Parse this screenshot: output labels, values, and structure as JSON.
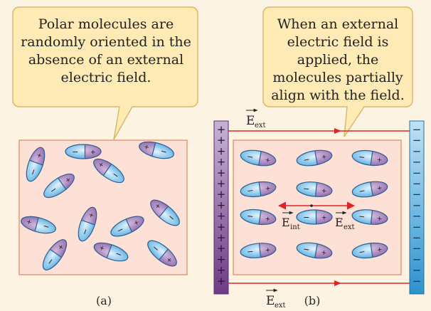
{
  "panel_a": {
    "bubble_text": "Polar molecules are randomly oriented in the absence of an external electric field.",
    "caption": "(a)"
  },
  "panel_b": {
    "bubble_text": "When an external electric field is applied, the molecules partially align with the field.",
    "caption": "(b)",
    "field_label_top": "E",
    "field_label_top_sub": "ext",
    "field_label_bottom": "E",
    "field_label_bottom_sub": "ext",
    "internal_label": "E",
    "internal_label_sub": "int",
    "external_label": "E",
    "external_label_sub": "ext"
  },
  "plate_signs": {
    "positive": "+",
    "negative": "−"
  },
  "colors": {
    "background": "#fdf3e3",
    "box_fill": "#fde0d6",
    "box_stroke": "#d9895f",
    "bubble_fill": "#fdeab4",
    "bubble_stroke": "#d9b96a",
    "field_line": "#e02424",
    "pos_plate": "#7b4a8f",
    "neg_plate": "#3aa3dc",
    "molecule_pos": "#8b5ea6",
    "molecule_neg": "#4ea8e0"
  }
}
